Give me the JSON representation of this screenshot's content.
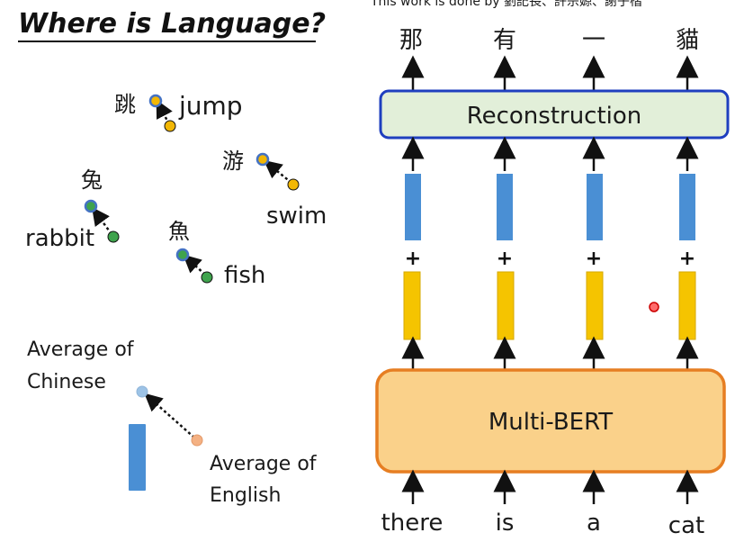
{
  "slide": {
    "title": "Where is Language?",
    "top_caption": "This work is done by 劉記長、許宗嫄、謝子楷"
  },
  "left_panel": {
    "pairs": [
      {
        "zh": "跳",
        "en": "jump"
      },
      {
        "zh": "游",
        "en": "swim"
      },
      {
        "zh": "兔",
        "en": "rabbit"
      },
      {
        "zh": "魚",
        "en": "fish"
      }
    ],
    "legend": {
      "chinese_label_line1": "Average of",
      "chinese_label_line2": "Chinese",
      "english_label_line1": "Average of",
      "english_label_line2": "English"
    },
    "colors": {
      "chinese_dot": "#4472c4",
      "english_dot": "#f2b705",
      "chinese_dot_green": "#4472c4",
      "english_dot_green": "#3fa34d",
      "avg_chinese": "#9dc3e6",
      "avg_english": "#f4b183",
      "bar": "#4a8fd4"
    }
  },
  "right_panel": {
    "outputs": [
      "那",
      "有",
      "一",
      "貓"
    ],
    "inputs": [
      "there",
      "is",
      "a",
      "cat"
    ],
    "reconstruction_label": "Reconstruction",
    "model_label": "Multi-BERT",
    "plus_sign": "+",
    "colors": {
      "reconstruction_fill": "#e2efd9",
      "reconstruction_border": "#1f3fbf",
      "model_fill": "#fad18a",
      "model_border": "#e67e22",
      "blue_vector": "#4a8fd4",
      "yellow_vector": "#f5c400"
    }
  }
}
